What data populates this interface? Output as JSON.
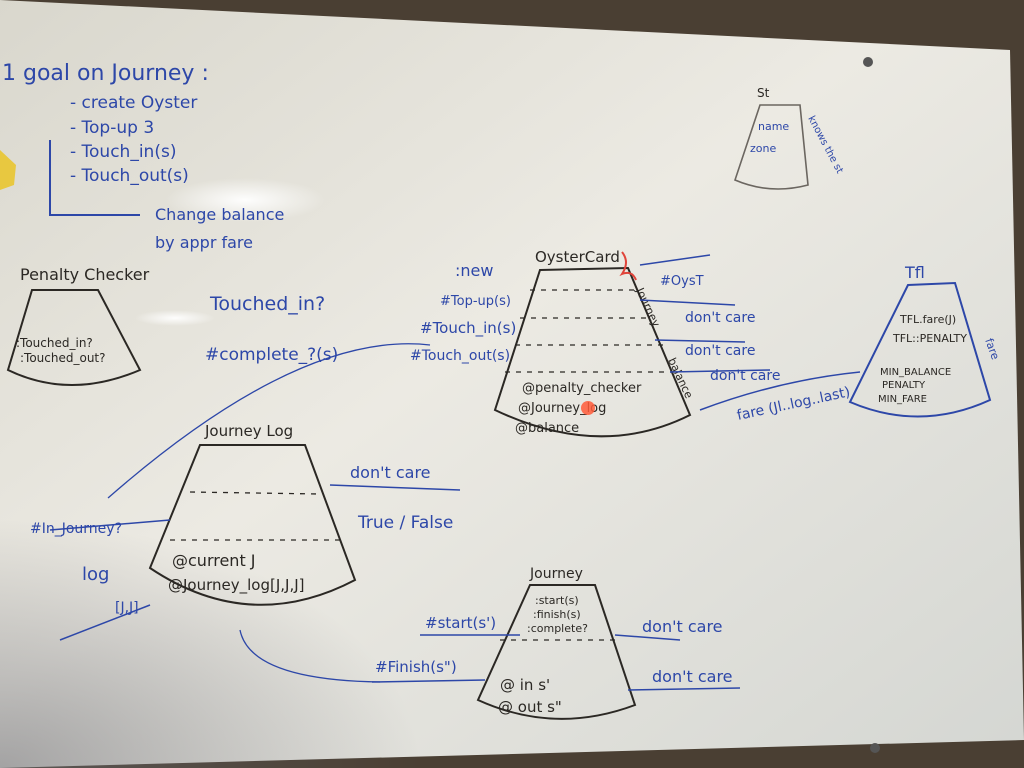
{
  "image": {
    "description_words": "photo of a whiteboard covered in hand-drawn object diagrams",
    "whiteboard": {
      "goal_heading": "1 goal on Journey :",
      "goal_lines": [
        "- create Oyster",
        "- Top-up 3",
        "- Touch_in(s)",
        "- Touch_out(s)"
      ],
      "goal_result": [
        "Change balance",
        "by appr fare"
      ],
      "penalty_checker": {
        "title": "Penalty Checker",
        "methods": [
          ":Touched_in?",
          ":Touched_out?"
        ]
      },
      "touched_in_note": "Touched_in?",
      "complete_note": "#complete_?(s)",
      "st_box": {
        "title": "St",
        "lines": [
          "name",
          "zone"
        ],
        "side": "knows the st"
      },
      "oyster_card": {
        "title": "OysterCard",
        "left_calls": [
          ":new",
          "#Top-up(s)",
          "#Touch_in(s)",
          "#Touch_out(s)"
        ],
        "right_calls": [
          "#OysT",
          "don't care",
          "don't care",
          "don't care"
        ],
        "fields": [
          "@penalty_checker",
          "@Journey_log",
          "@balance"
        ],
        "side_labels": [
          "Journey",
          "balance"
        ]
      },
      "tfl_box": {
        "title": "Tfl",
        "lines": [
          "TFL.fare(J)",
          "TFL::PENALTY",
          "MIN_BALANCE",
          "PENALTY",
          "MIN_FARE"
        ],
        "side": "fare",
        "call": "fare (Jl..log..last)"
      },
      "journey_log": {
        "title": "Journey Log",
        "fields": [
          "@current J",
          "@Journey_log[J,J,J]"
        ],
        "left_call": "#In_Journey?",
        "right_calls": [
          "don't care",
          "True / False"
        ],
        "bottom_labels": [
          "log",
          "[J,J]"
        ]
      },
      "journey": {
        "title": "Journey",
        "methods": [
          ":start(s)",
          ":finish(s)",
          ":complete?"
        ],
        "left_calls": [
          "#start(s')",
          "#Finish(s\")"
        ],
        "right_calls": [
          "don't care",
          "don't care"
        ],
        "fields": [
          "@ in  s'",
          "@ out  s\""
        ]
      }
    }
  }
}
